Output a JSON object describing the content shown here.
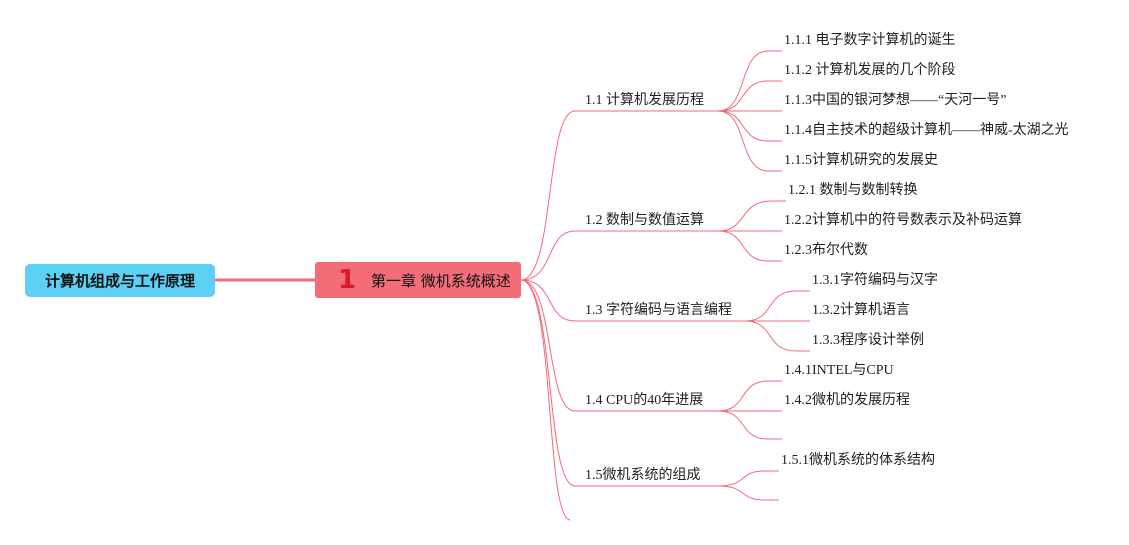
{
  "root": {
    "label": "计算机组成与工作原理"
  },
  "chapter": {
    "number": "1",
    "label": "第一章 微机系统概述"
  },
  "sections": [
    {
      "label": "1.1 计算机发展历程",
      "children": [
        "1.1.1 电子数字计算机的诞生",
        "1.1.2 计算机发展的几个阶段",
        "1.1.3中国的银河梦想——“天河一号”",
        "1.1.4自主技术的超级计算机——神威-太湖之光",
        "1.1.5计算机研究的发展史"
      ]
    },
    {
      "label": "1.2 数制与数值运算",
      "children": [
        "1.2.1 数制与数制转换",
        "1.2.2计算机中的符号数表示及补码运算",
        "1.2.3布尔代数"
      ]
    },
    {
      "label": "1.3 字符编码与语言编程",
      "children": [
        "1.3.1字符编码与汉字",
        "1.3.2计算机语言",
        "1.3.3程序设计举例"
      ]
    },
    {
      "label": "1.4 CPU的40年进展",
      "children": [
        "1.4.1INTEL与CPU",
        "1.4.2微机的发展历程",
        ""
      ]
    },
    {
      "label": "1.5微机系统的组成",
      "children": [
        "1.5.1微机系统的体系结构",
        ""
      ]
    }
  ],
  "colors": {
    "root_fill": "#5cd0f5",
    "chapter_fill": "#f26d78",
    "chapter_number": "#d91a2a",
    "connector": "#f06b78"
  }
}
